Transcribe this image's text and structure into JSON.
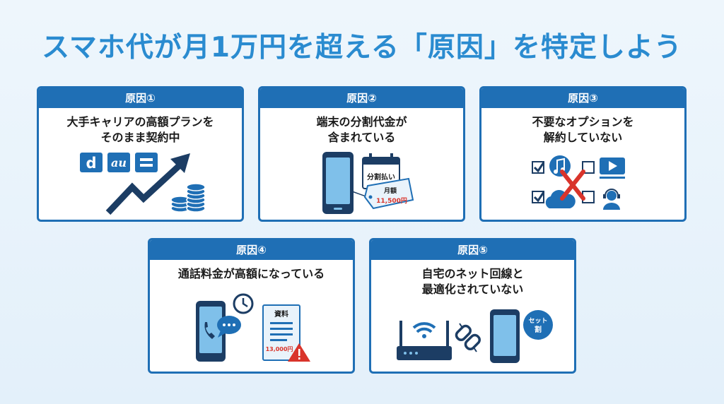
{
  "title": "スマホ代が月1万円を超える「原因」を特定しよう",
  "cards": [
    {
      "heading": "原因①",
      "lines": [
        "大手キャリアの高額プランを",
        "そのまま契約中"
      ],
      "logos": [
        "d",
        "au",
        "="
      ]
    },
    {
      "heading": "原因②",
      "lines": [
        "端末の分割代金が",
        "含まれている"
      ],
      "calendar_label": "分割払い",
      "tag_line1": "月額",
      "tag_line2": "11,500円"
    },
    {
      "heading": "原因③",
      "lines": [
        "不要なオプションを",
        "解約していない"
      ]
    },
    {
      "heading": "原因④",
      "lines": [
        "通話料金が高額になっている"
      ],
      "doc_label": "資料",
      "doc_amount": "13,000円"
    },
    {
      "heading": "原因⑤",
      "lines": [
        "自宅のネット回線と",
        "最適化されていない"
      ],
      "badge_line1": "セット",
      "badge_line2": "割"
    }
  ],
  "colors": {
    "title": "#2a8bd0",
    "card_border": "#1f6fb5",
    "dark_icon": "#1c3d64",
    "alert_red": "#d9342b"
  }
}
